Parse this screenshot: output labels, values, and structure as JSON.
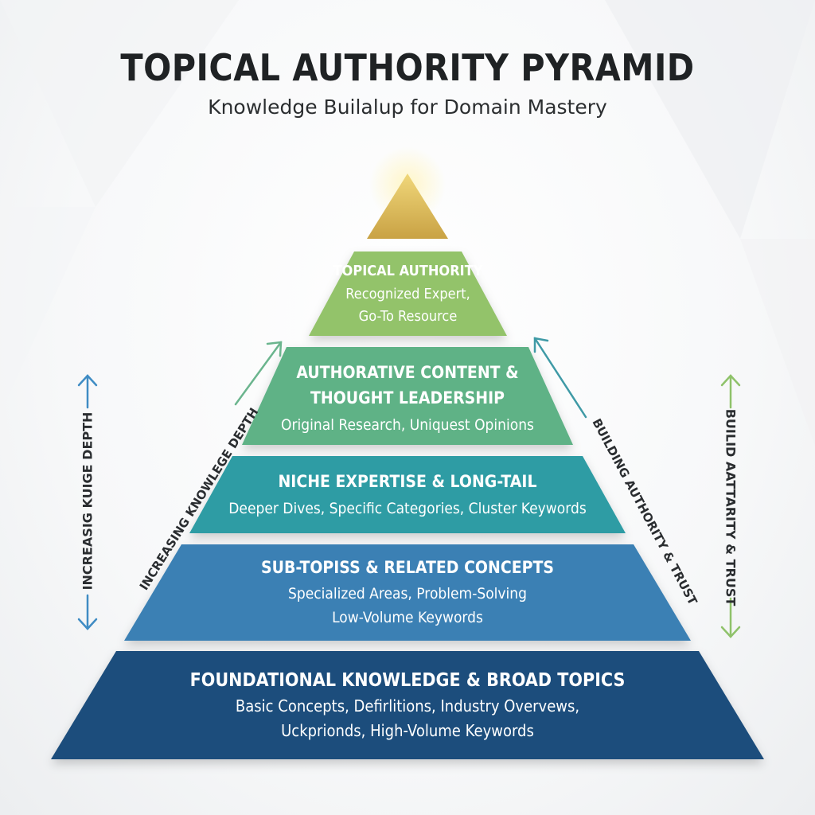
{
  "title": "TOPICAL AUTHORITY PYRAMID",
  "subtitle": "Knowledge Builalup for Domain Mastery",
  "colors": {
    "apex": "#d6b14f",
    "tier1": "#93c36a",
    "tier2": "#5fb286",
    "tier3": "#2e9ca4",
    "tier4": "#3a80b4",
    "tier5": "#1e4e7b",
    "arrow_blue": "#3f8cc4",
    "arrow_green": "#8fc26a"
  },
  "tiers": [
    {
      "heading": "TOPICAL AUTHORITY",
      "lines": [
        "Recognized Expert,",
        "Go-To Resource"
      ]
    },
    {
      "heading_lines": [
        "AUTHORATIVE CONTENT &",
        "THOUGHT LEADERSHIP"
      ],
      "lines": [
        "Original Research, Uniquest Opinions"
      ]
    },
    {
      "heading": "NICHE EXPERTISE & LONG-TAIL",
      "lines": [
        "Deeper Dives, Specific Categories, Cluster Keywords"
      ]
    },
    {
      "heading": "SUB-TOPISS & RELATED CONCEPTS",
      "lines": [
        "Specialized Areas, Problem-Solving",
        "Low-Volume Keywords"
      ]
    },
    {
      "heading": "FOUNDATIONAL KNOWLEDGE & BROAD TOPICS",
      "lines": [
        "Basic Concepts, Defirlitions, Industry Overvews,",
        "Uckprionds, High-Volume Keywords"
      ]
    }
  ],
  "side_labels": {
    "far_left": "INCREASIG KUIGE DEPTH",
    "inner_left": "INCREASING KNOWLEGE DEPTH",
    "inner_right": "BUILDING AUTHORITY & TRUST",
    "far_right": "BUILID AATTARITY & TRUST"
  }
}
